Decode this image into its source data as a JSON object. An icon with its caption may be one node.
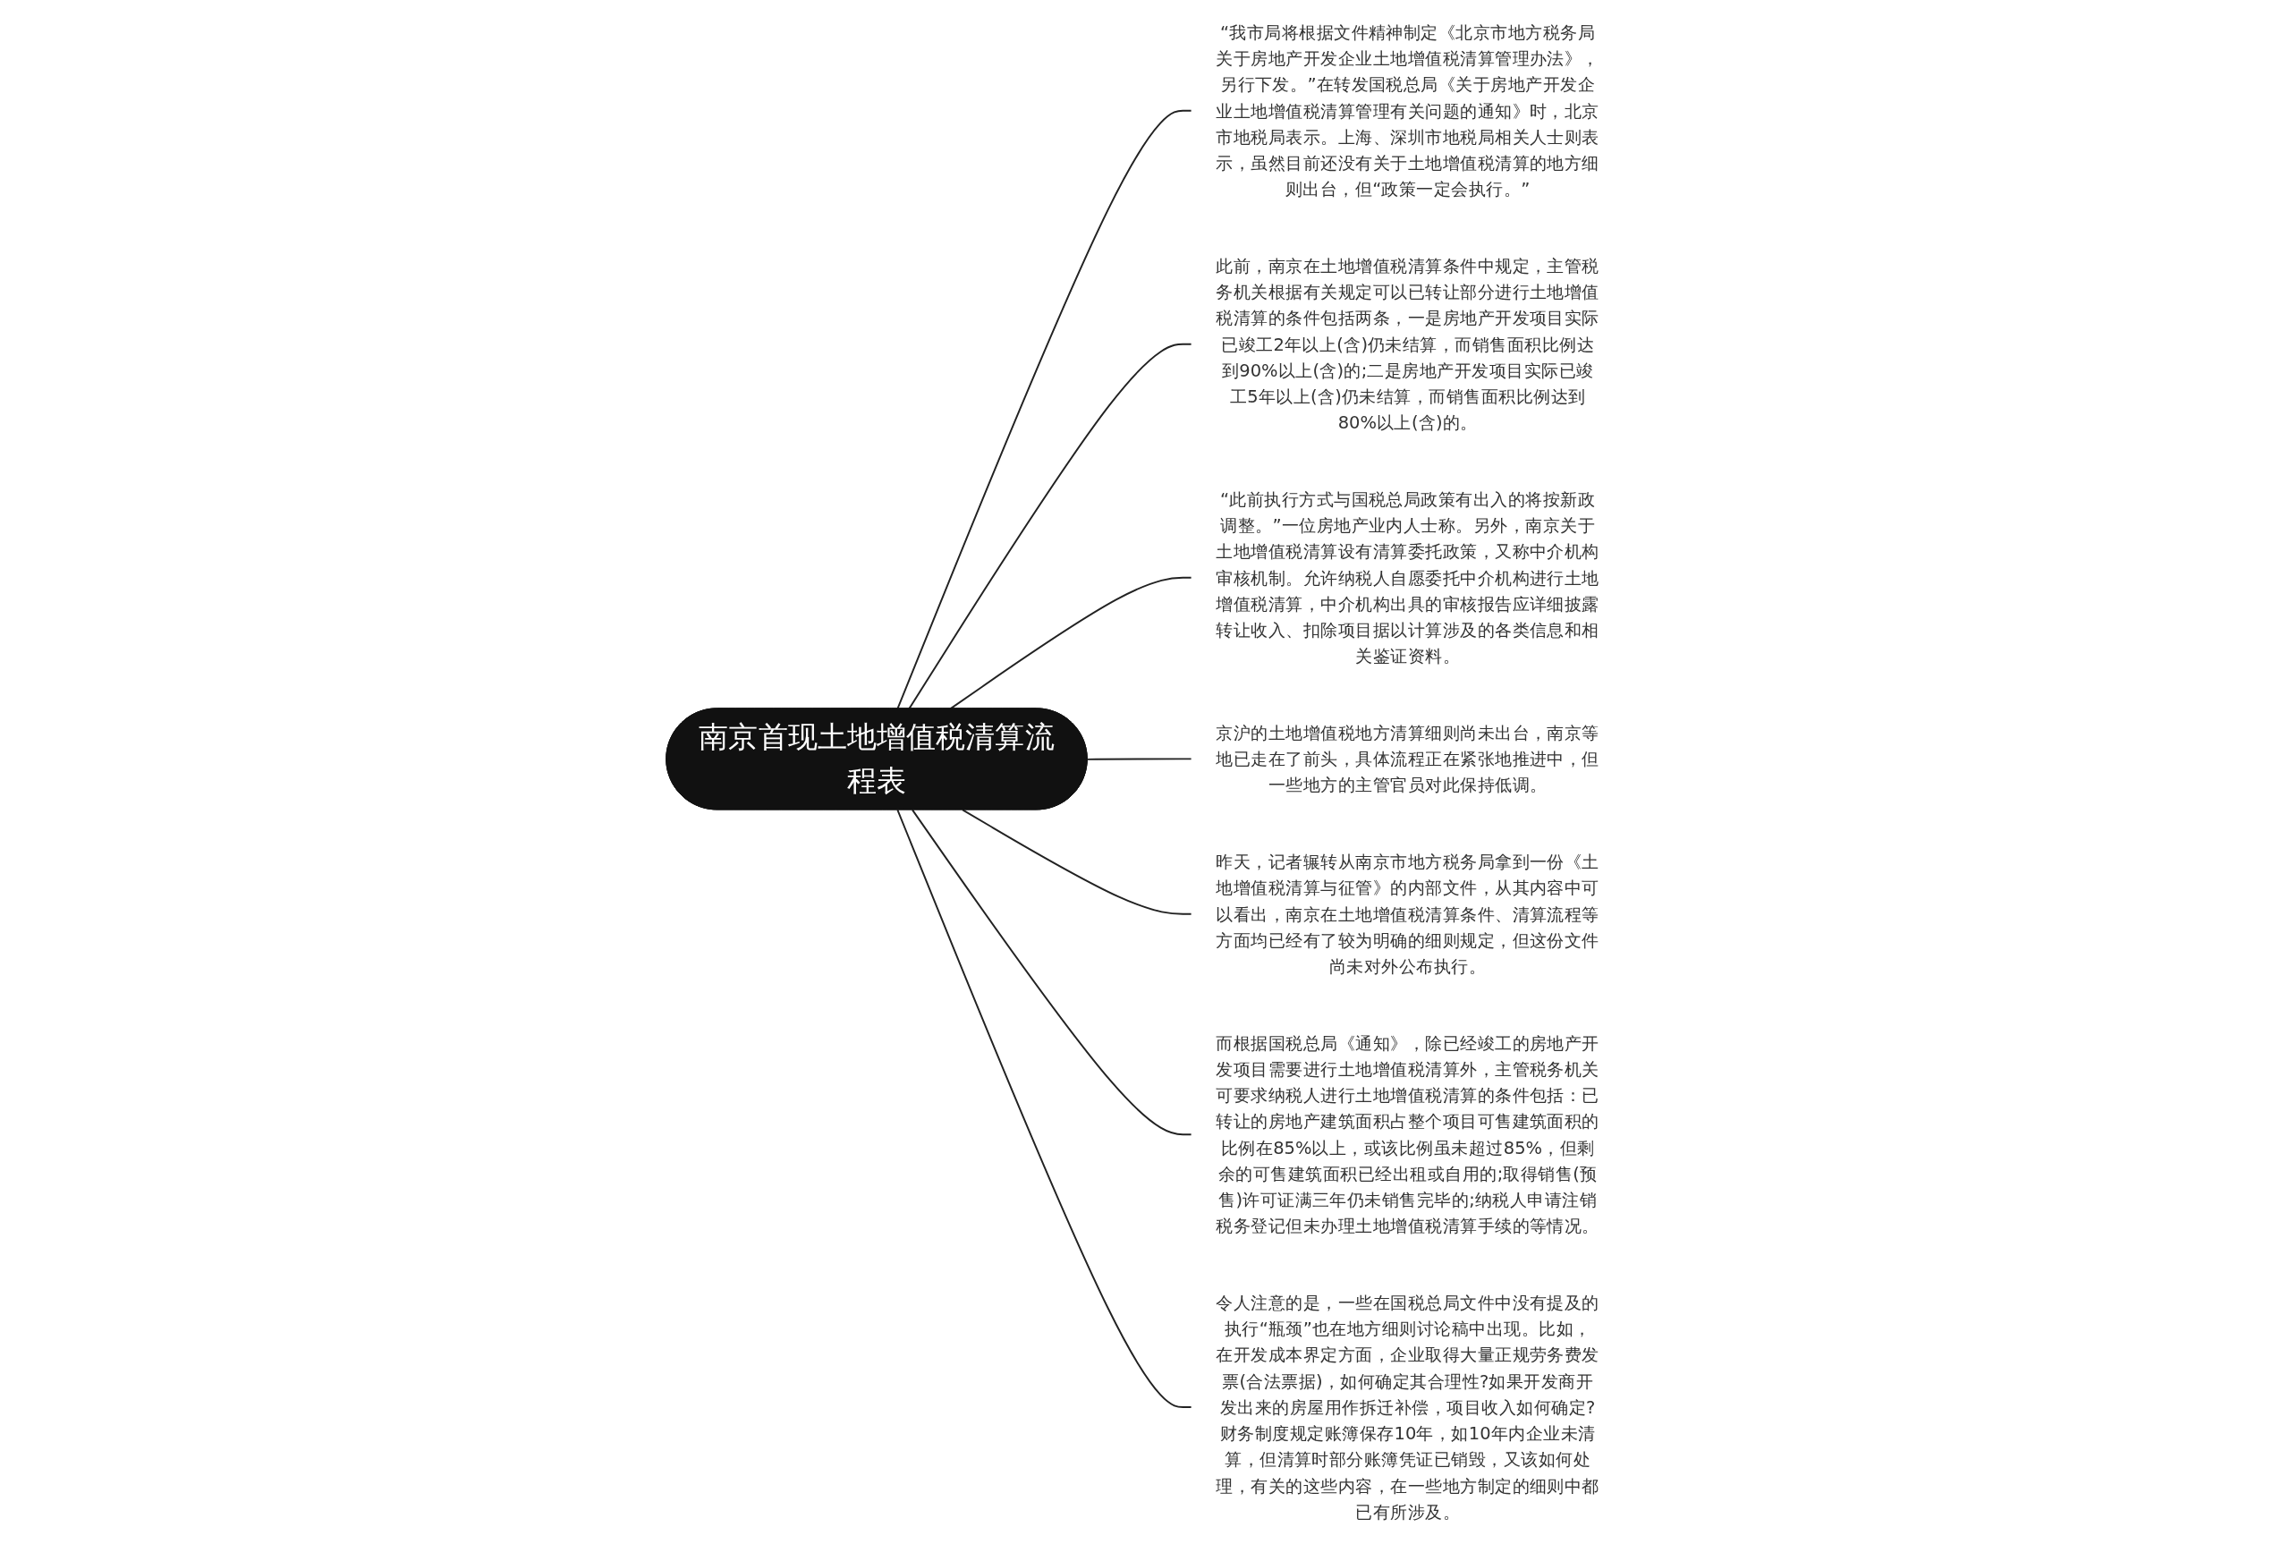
{
  "diagram": {
    "nodes": [
      {
        "text": [
          "南京首现土地增值税清算流程表"
        ]
      },
      {
        "text": [
          "“我市局将根据文件精神制定《北京市地方税务局关于房地产开发企业土地增值税清算管理办法》，另行下发。”在转发国税总局《关于房地产开发企业土地增值税清算管理有关问题的通知》时，北京市地税局表示。上海、深圳市地税局相关人士则表示，虽然目前还没有关于土地增值税清算的地方细则出台，但“政策一定会执行。”"
        ]
      },
      {
        "text": [
          "此前，南京在土地增值税清算条件中规定，主管税务机关根据有关规定可以已转让部分进行土地增值税清算的条件包括两条，一是房地产开发项目实际已竣工2年以上(含)仍未结算，而销售面积比例达到90%以上(含)的;二是房地产开发项目实际已竣工5年以上(含)仍未结算，而销售面积比例达到80%以上(含)的。"
        ]
      },
      {
        "text": [
          "“此前执行方式与国税总局政策有出入的将按新政调整。”一位房地产业内人士称。另外，南京关于土地增值税清算设有清算委托政策，又称中介机构审核机制。允许纳税人自愿委托中介机构进行土地增值税清算，中介机构出具的审核报告应详细披露转让收入、扣除项目据以计算涉及的各类信息和相关鉴证资料。"
        ]
      },
      {
        "text": [
          "京沪的土地增值税地方清算细则尚未出台，南京等地已走在了前头，具体流程正在紧张地推进中，但一些地方的主管官员对此保持低调。"
        ]
      },
      {
        "text": [
          "昨天，记者辗转从南京市地方税务局拿到一份《土地增值税清算与征管》的内部文件，从其内容中可以看出，南京在土地增值税清算条件、清算流程等方面均已经有了较为明确的细则规定，但这份文件尚未对外公布执行。"
        ]
      },
      {
        "text": [
          "而根据国税总局《通知》，除已经竣工的房地产开发项目需要进行土地增值税清算外，主管税务机关可要求纳税人进行土地增值税清算的条件包括：已转让的房地产建筑面积占整个项目可售建筑面积的比例在85%以上，或该比例虽未超过85%，但剩余的可售建筑面积已经出租或自用的;取得销售(预售)许可证满三年仍未销售完毕的;纳税人申请注销税务登记但未办理土地增值税清算手续的等情况。"
        ]
      },
      {
        "text": [
          "令人注意的是，一些在国税总局文件中没有提及的执行“瓶颈”也在地方细则讨论稿中出现。比如，在开发成本界定方面，企业取得大量正规劳务费发票(合法票据)，如何确定其合理性?如果开发商开发出来的房屋用作拆迁补偿，项目收入如何确定?财务制度规定账簿保存10年，如10年内企业未清算，但清算时部分账簿凭证已销毁，又该如何处理，有关的这些内容，在一些地方制定的细则中都已有所涉及。"
        ]
      }
    ],
    "edges": [
      {
        "from": 0,
        "to": 1,
        "arrow": "none"
      },
      {
        "from": 0,
        "to": 2,
        "arrow": "none"
      },
      {
        "from": 0,
        "to": 3,
        "arrow": "none"
      },
      {
        "from": 0,
        "to": 4,
        "arrow": "none"
      },
      {
        "from": 0,
        "to": 5,
        "arrow": "none"
      },
      {
        "from": 0,
        "to": 6,
        "arrow": "none"
      },
      {
        "from": 0,
        "to": 7,
        "arrow": "none"
      }
    ]
  }
}
